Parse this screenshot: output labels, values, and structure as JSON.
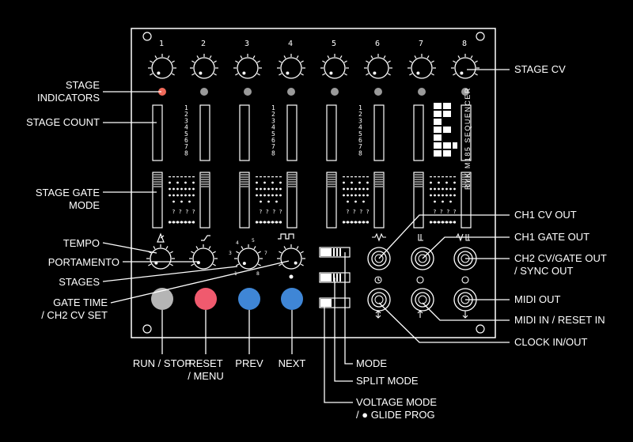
{
  "module_name": "RYK M185 SEQUENCER",
  "stage_numbers": [
    "1",
    "2",
    "3",
    "4",
    "5",
    "6",
    "7",
    "8"
  ],
  "stage_count_digits": "12345678",
  "stages_knob_numbers": [
    "3",
    "4",
    "5",
    "7",
    "1",
    "8"
  ],
  "colors": {
    "panel": "#000000",
    "stroke": "#ffffff",
    "led_red": "#f06a5a",
    "led_gray": "#9a9a9a",
    "button_run": "#b5b5b5",
    "button_reset": "#f05a6e",
    "button_blue": "#3f86d6"
  },
  "labels": {
    "stage_cv": "STAGE CV",
    "stage_indicators": "STAGE\nINDICATORS",
    "stage_count": "STAGE COUNT",
    "stage_gate_mode": "STAGE GATE\nMODE",
    "tempo": "TEMPO",
    "portamento": "PORTAMENTO",
    "stages": "STAGES",
    "gate_time": "GATE TIME\n/ CH2 CV SET",
    "run_stop": "RUN / STOP",
    "reset_menu": "RESET\n/ MENU",
    "prev": "PREV",
    "next": "NEXT",
    "mode": "MODE",
    "split_mode": "SPLIT MODE",
    "voltage_mode": "VOLTAGE MODE\n/ ● GLIDE PROG",
    "ch1_cv_out": "CH1 CV OUT",
    "ch1_gate_out": "CH1 GATE OUT",
    "ch2_cv_gate_out": "CH2 CV/GATE OUT\n/ SYNC OUT",
    "midi_out": "MIDI OUT",
    "midi_in_reset_in": "MIDI IN / RESET IN",
    "clock_in_out": "CLOCK IN/OUT"
  }
}
